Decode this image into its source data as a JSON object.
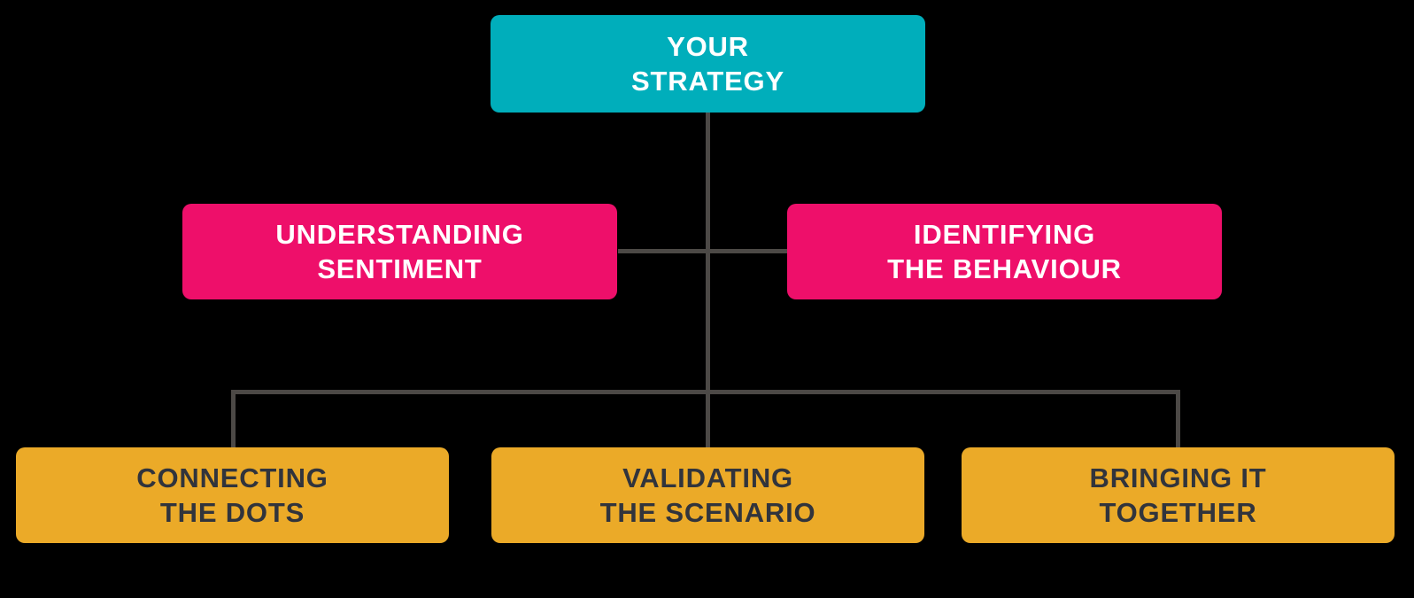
{
  "diagram": {
    "background_color": "#000000",
    "connector_color": "#4c4946",
    "nodes": [
      {
        "id": "your-strategy",
        "line1": "YOUR",
        "line2": "STRATEGY",
        "fill": "#00aebb",
        "text_color": "#ffffff",
        "level": "top"
      },
      {
        "id": "understanding-sentiment",
        "line1": "UNDERSTANDING",
        "line2": "SENTIMENT",
        "fill": "#ee0f6a",
        "text_color": "#ffffff",
        "level": "middle"
      },
      {
        "id": "identifying-the-behaviour",
        "line1": "IDENTIFYING",
        "line2": "THE BEHAVIOUR",
        "fill": "#ee0f6a",
        "text_color": "#ffffff",
        "level": "middle"
      },
      {
        "id": "connecting-the-dots",
        "line1": "CONNECTING",
        "line2": "THE DOTS",
        "fill": "#ebaa28",
        "text_color": "#31343c",
        "level": "bottom"
      },
      {
        "id": "validating-the-scenario",
        "line1": "VALIDATING",
        "line2": "THE SCENARIO",
        "fill": "#ebaa28",
        "text_color": "#31343c",
        "level": "bottom"
      },
      {
        "id": "bringing-it-together",
        "line1": "BRINGING IT",
        "line2": "TOGETHER",
        "fill": "#ebaa28",
        "text_color": "#31343c",
        "level": "bottom"
      }
    ],
    "edges": [
      {
        "from": "your-strategy",
        "to": "understanding-sentiment"
      },
      {
        "from": "your-strategy",
        "to": "identifying-the-behaviour"
      },
      {
        "from": "your-strategy",
        "to": "connecting-the-dots"
      },
      {
        "from": "your-strategy",
        "to": "validating-the-scenario"
      },
      {
        "from": "your-strategy",
        "to": "bringing-it-together"
      }
    ]
  }
}
